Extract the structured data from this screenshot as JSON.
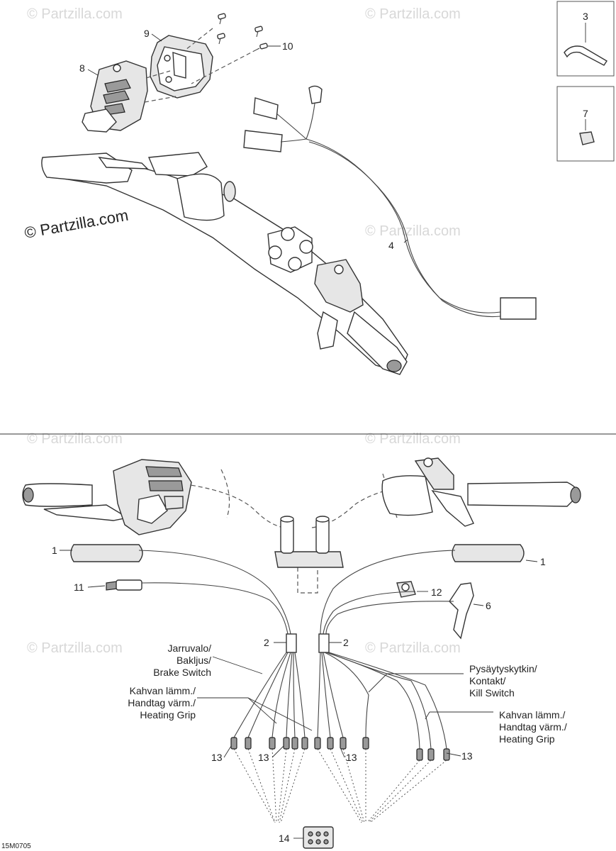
{
  "diagram": {
    "watermark": "© Partzilla.com",
    "figure_code": "15M0705",
    "callouts": {
      "c1": "1",
      "c2": "2",
      "c3": "3",
      "c4": "4",
      "c6": "6",
      "c7": "7",
      "c8": "8",
      "c9": "9",
      "c10": "10",
      "c11": "11",
      "c12": "12",
      "c13": "13",
      "c14": "14"
    },
    "labels": {
      "brake_switch": [
        "Jarruvalo/",
        "Bakljus/",
        "Brake Switch"
      ],
      "heating_grip_left": [
        "Kahvan lämm./",
        "Handtag värm./",
        "Heating Grip"
      ],
      "kill_switch": [
        "Pysäytyskytkin/",
        "Kontakt/",
        "Kill Switch"
      ],
      "heating_grip_right": [
        "Kahvan lämm./",
        "Handtag värm./",
        "Heating Grip"
      ]
    }
  }
}
